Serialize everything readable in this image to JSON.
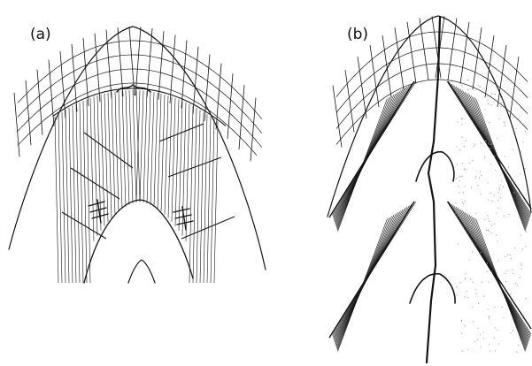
{
  "figure": {
    "panels": [
      {
        "id": "a",
        "label": "(a)",
        "layout": "single-band-with-slip-marks"
      },
      {
        "id": "b",
        "label": "(b)",
        "layout": "stacked-double-chevron"
      }
    ],
    "ink_color": "#151515",
    "stipple_color": "#9a9a9a"
  }
}
